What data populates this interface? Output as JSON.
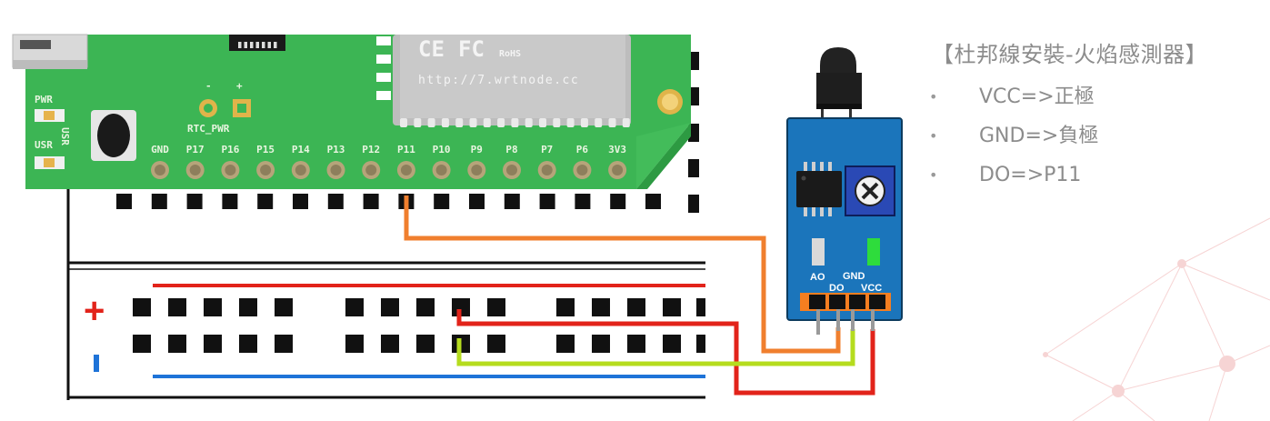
{
  "notes": {
    "title": "【杜邦線安裝-火焰感測器】",
    "items": [
      {
        "bullet": "•",
        "text": "VCC=>正極"
      },
      {
        "bullet": "•",
        "text": "GND=>負極"
      },
      {
        "bullet": "•",
        "text": "DO=>P11"
      }
    ]
  },
  "board": {
    "pwr_label": "PWR",
    "usr_label": "USR",
    "usr_button_label": "USR",
    "rtc_label": "RTC_PWR",
    "rtc_minus": "-",
    "rtc_plus": "+",
    "url": "http://7.wrtnode.cc",
    "ce_mark": "CE",
    "fcc_mark": "FC",
    "rohs_mark": "RoHS",
    "pins": [
      "GND",
      "P17",
      "P16",
      "P15",
      "P14",
      "P13",
      "P12",
      "P11",
      "P10",
      "P9",
      "P8",
      "P7",
      "P6",
      "3V3"
    ]
  },
  "breadboard": {
    "plus_symbol": "+",
    "minus_symbol": "-"
  },
  "sensor": {
    "ao_label": "AO",
    "gnd_label": "GND",
    "do_label": "DO",
    "vcc_label": "VCC"
  },
  "colors": {
    "board_green": "#3cb554",
    "wire_orange": "#f07f2e",
    "wire_red": "#e2231a",
    "wire_lime": "#b5dc1e",
    "rail_red": "#e2231a",
    "rail_blue": "#1e73d8",
    "sensor_blue": "#1b75bb",
    "header_orange": "#f57e20"
  }
}
